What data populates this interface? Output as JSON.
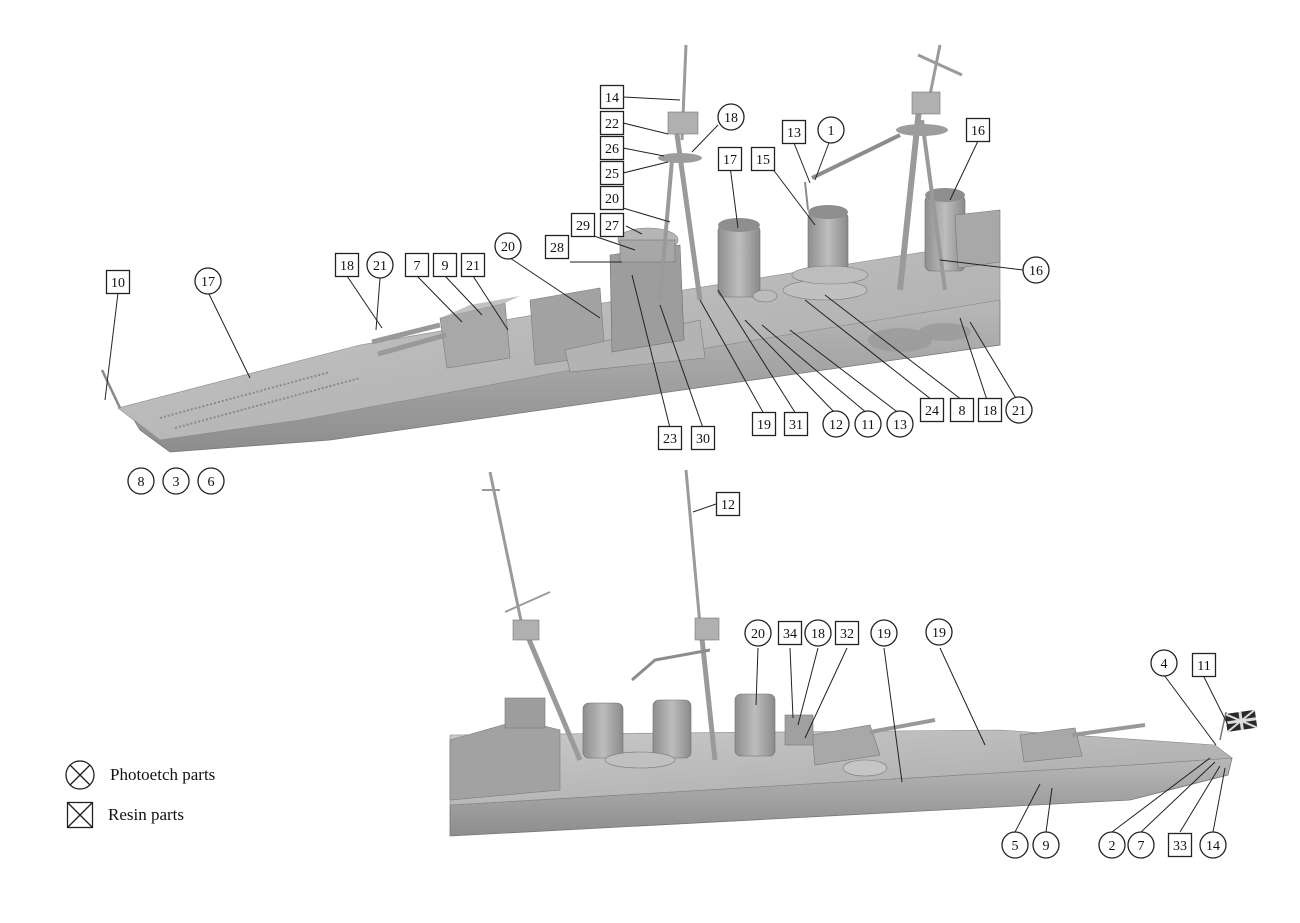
{
  "legend": {
    "photoetch": {
      "symbol": "circle-x-icon",
      "label": "Photoetch parts"
    },
    "resin": {
      "symbol": "square-x-icon",
      "label": "Resin parts"
    }
  },
  "colors": {
    "model_light": "#c4c4c4",
    "model_mid": "#a9a9a9",
    "model_dark": "#7f7f7f",
    "line": "#222222"
  },
  "top_view": {
    "callouts": [
      {
        "id": "t-10",
        "kind": "square",
        "text": "10"
      },
      {
        "id": "t-17c",
        "kind": "circle",
        "text": "17"
      },
      {
        "id": "t-18s",
        "kind": "square",
        "text": "18"
      },
      {
        "id": "t-21c",
        "kind": "circle",
        "text": "21"
      },
      {
        "id": "t-7",
        "kind": "square",
        "text": "7"
      },
      {
        "id": "t-9",
        "kind": "square",
        "text": "9"
      },
      {
        "id": "t-21s",
        "kind": "square",
        "text": "21"
      },
      {
        "id": "t-20c",
        "kind": "circle",
        "text": "20"
      },
      {
        "id": "t-28",
        "kind": "square",
        "text": "28"
      },
      {
        "id": "t-29",
        "kind": "square",
        "text": "29"
      },
      {
        "id": "t-27",
        "kind": "square",
        "text": "27"
      },
      {
        "id": "t-20s",
        "kind": "square",
        "text": "20"
      },
      {
        "id": "t-25",
        "kind": "square",
        "text": "25"
      },
      {
        "id": "t-26",
        "kind": "square",
        "text": "26"
      },
      {
        "id": "t-22",
        "kind": "square",
        "text": "22"
      },
      {
        "id": "t-14",
        "kind": "square",
        "text": "14"
      },
      {
        "id": "t-18c",
        "kind": "circle",
        "text": "18"
      },
      {
        "id": "t-17s",
        "kind": "square",
        "text": "17"
      },
      {
        "id": "t-15",
        "kind": "square",
        "text": "15"
      },
      {
        "id": "t-13s",
        "kind": "square",
        "text": "13"
      },
      {
        "id": "t-1",
        "kind": "circle",
        "text": "1"
      },
      {
        "id": "t-16s",
        "kind": "square",
        "text": "16"
      },
      {
        "id": "t-16c",
        "kind": "circle",
        "text": "16"
      },
      {
        "id": "t-23",
        "kind": "square",
        "text": "23"
      },
      {
        "id": "t-30",
        "kind": "square",
        "text": "30"
      },
      {
        "id": "t-19",
        "kind": "square",
        "text": "19"
      },
      {
        "id": "t-31",
        "kind": "square",
        "text": "31"
      },
      {
        "id": "t-12c",
        "kind": "circle",
        "text": "12"
      },
      {
        "id": "t-11c",
        "kind": "circle",
        "text": "11"
      },
      {
        "id": "t-13c",
        "kind": "circle",
        "text": "13"
      },
      {
        "id": "t-24",
        "kind": "square",
        "text": "24"
      },
      {
        "id": "t-8s",
        "kind": "square",
        "text": "8"
      },
      {
        "id": "t-18s2",
        "kind": "square",
        "text": "18"
      },
      {
        "id": "t-21c2",
        "kind": "circle",
        "text": "21"
      },
      {
        "id": "t-8c",
        "kind": "circle",
        "text": "8"
      },
      {
        "id": "t-3c",
        "kind": "circle",
        "text": "3"
      },
      {
        "id": "t-6c",
        "kind": "circle",
        "text": "6"
      }
    ]
  },
  "bottom_view": {
    "callouts": [
      {
        "id": "b-12",
        "kind": "square",
        "text": "12"
      },
      {
        "id": "b-20c",
        "kind": "circle",
        "text": "20"
      },
      {
        "id": "b-34",
        "kind": "square",
        "text": "34"
      },
      {
        "id": "b-18c",
        "kind": "circle",
        "text": "18"
      },
      {
        "id": "b-32",
        "kind": "square",
        "text": "32"
      },
      {
        "id": "b-19c1",
        "kind": "circle",
        "text": "19"
      },
      {
        "id": "b-19c2",
        "kind": "circle",
        "text": "19"
      },
      {
        "id": "b-4c",
        "kind": "circle",
        "text": "4"
      },
      {
        "id": "b-11",
        "kind": "square",
        "text": "11"
      },
      {
        "id": "b-5c",
        "kind": "circle",
        "text": "5"
      },
      {
        "id": "b-9c",
        "kind": "circle",
        "text": "9"
      },
      {
        "id": "b-2c",
        "kind": "circle",
        "text": "2"
      },
      {
        "id": "b-7c",
        "kind": "circle",
        "text": "7"
      },
      {
        "id": "b-33",
        "kind": "square",
        "text": "33"
      },
      {
        "id": "b-14c",
        "kind": "circle",
        "text": "14"
      }
    ]
  }
}
